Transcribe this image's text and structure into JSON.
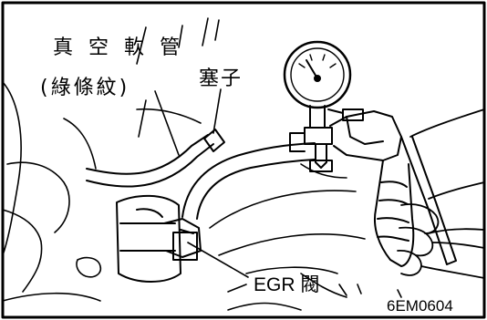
{
  "labels": {
    "vacuum_hose": "真 空 軟 管",
    "vacuum_hose_note": "(綠條紋)",
    "plug": "塞子",
    "egr_valve": "EGR 閥",
    "figure_code": "6EM0604"
  },
  "colors": {
    "ink": "#000000",
    "background": "#ffffff"
  }
}
